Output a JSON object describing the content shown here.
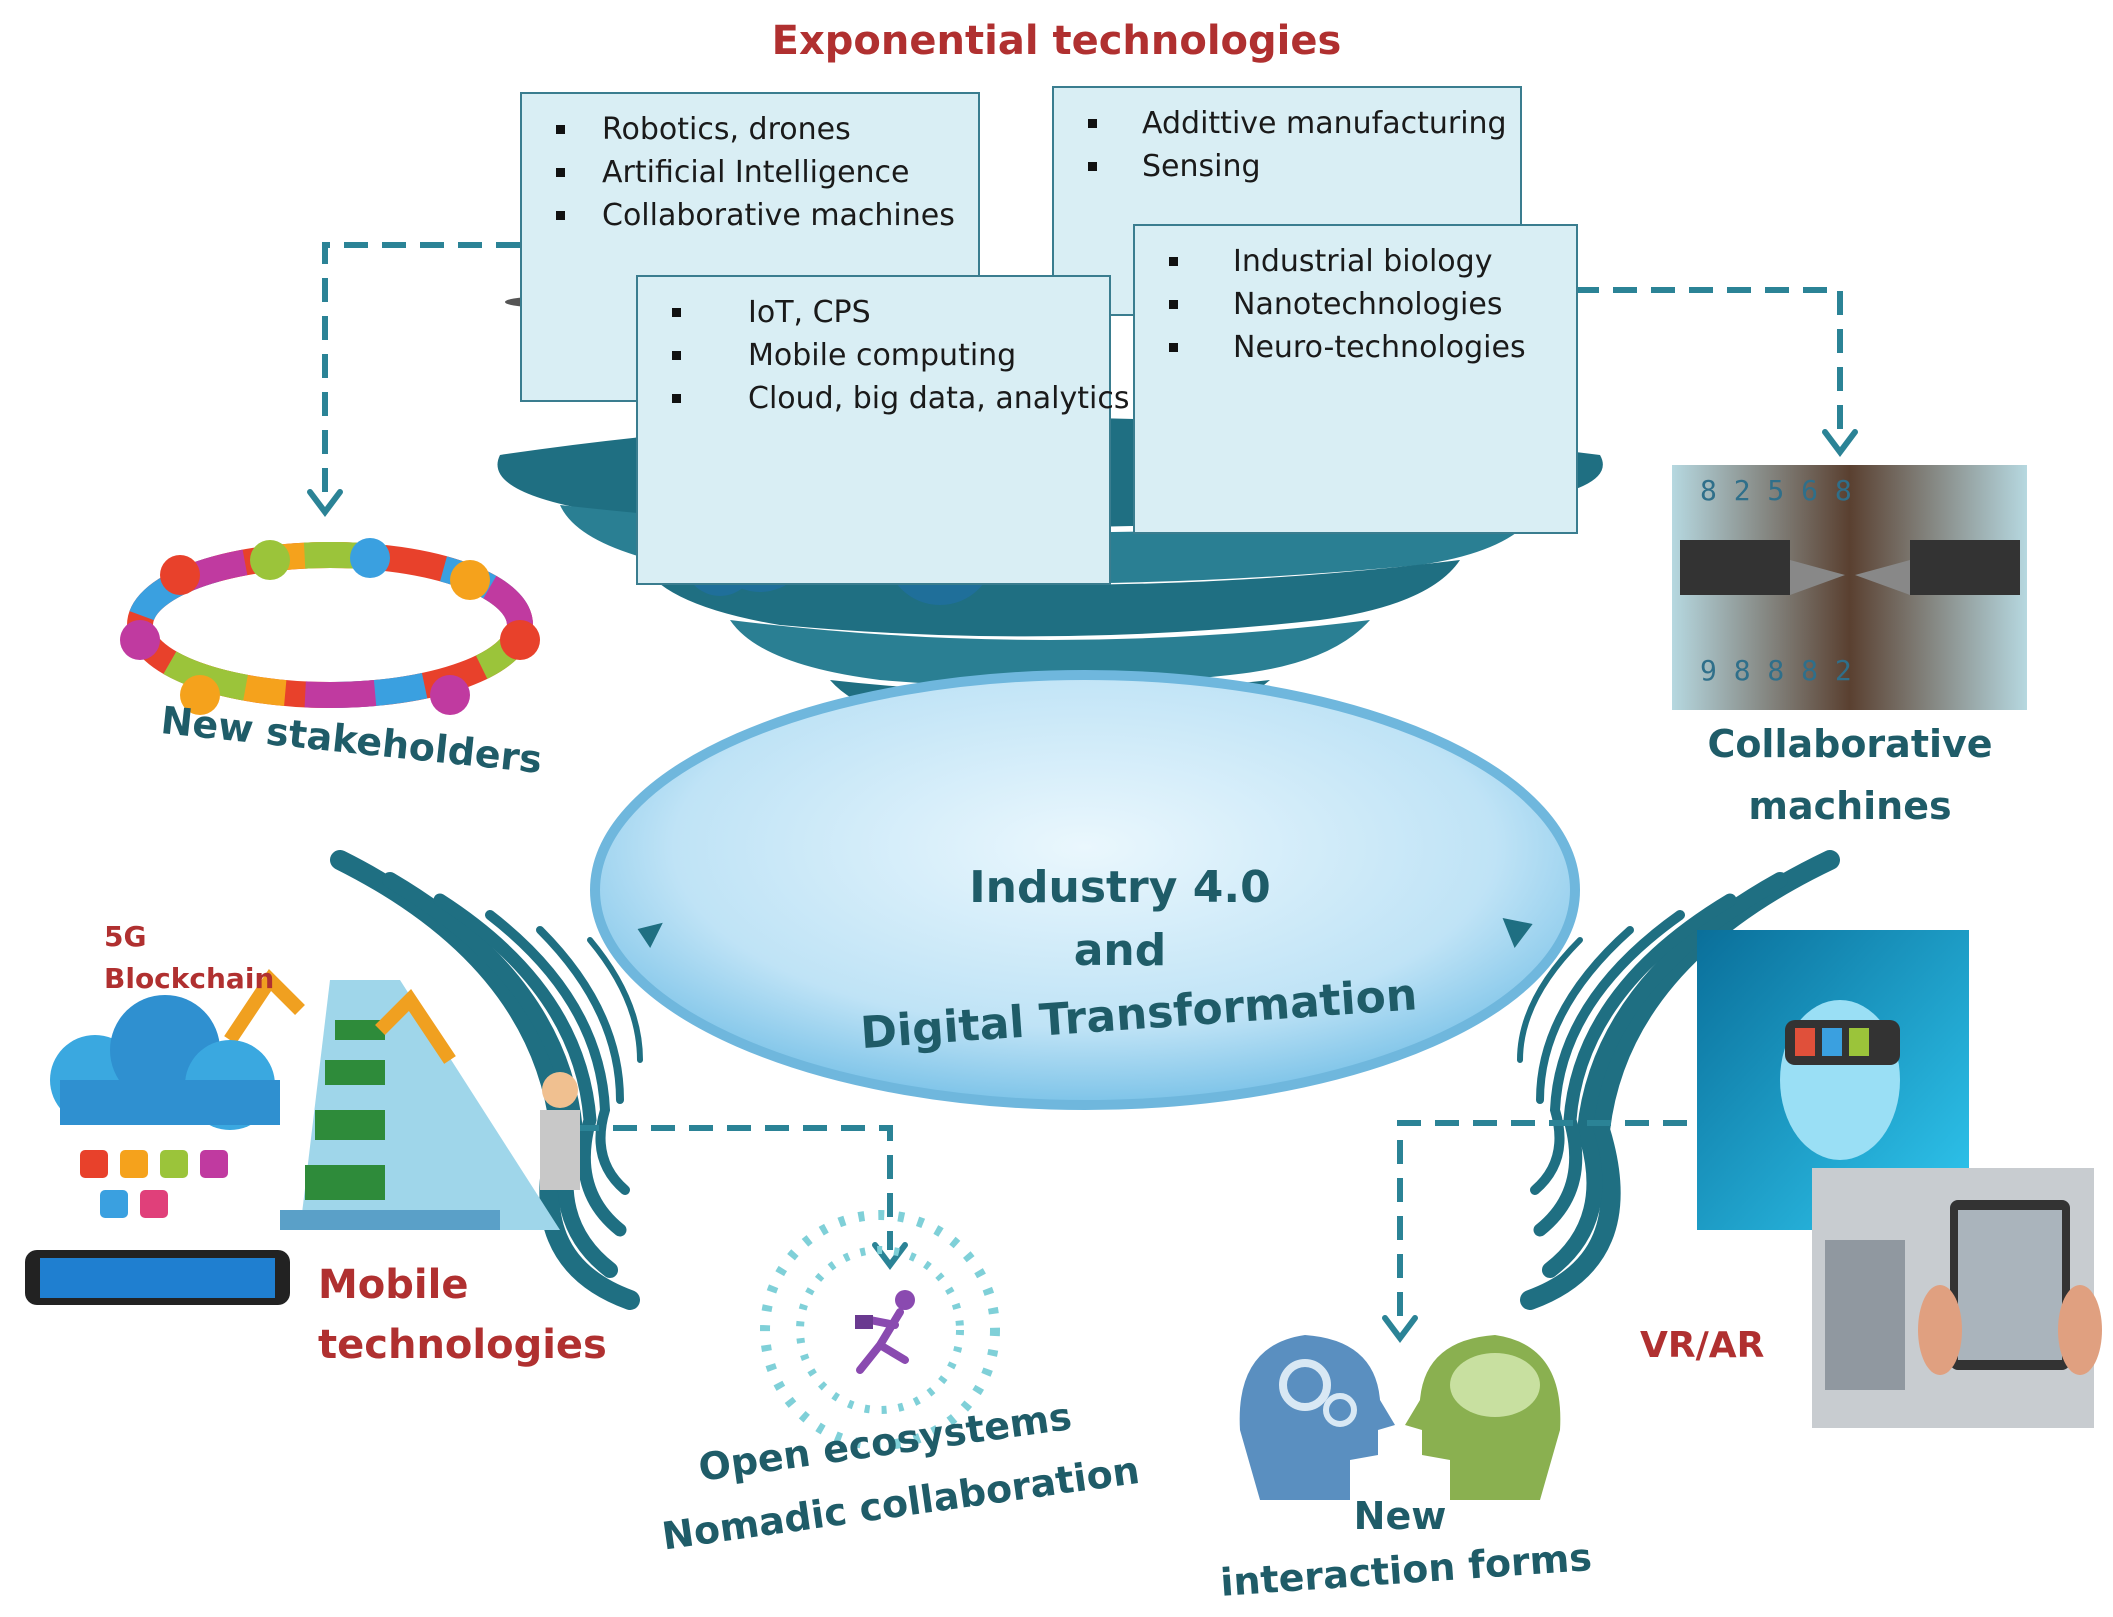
{
  "title": "Exponential technologies",
  "boxes": {
    "robotics": [
      "Robotics, drones",
      "Artificial Intelligence",
      "Collaborative machines"
    ],
    "additive": [
      "Addittive manufacturing",
      "Sensing"
    ],
    "iot": [
      "IoT, CPS",
      "Mobile computing",
      "Cloud, big data, analytics"
    ],
    "bio": [
      "Industrial biology",
      "Nanotechnologies",
      "Neuro-technologies"
    ]
  },
  "center": {
    "line1": "Industry 4.0",
    "line2": "and",
    "line3": "Digital Transformation"
  },
  "labels": {
    "new_stakeholders": "New stakeholders",
    "collab_line1": "Collaborative",
    "collab_line2": "machines",
    "fiveg": "5G",
    "blockchain": "Blockchain",
    "mobile_line1": "Mobile",
    "mobile_line2": "technologies",
    "open_line1": "Open ecosystems",
    "open_line2": "Nomadic collaboration",
    "new_line1": "New",
    "new_line2": "interaction forms",
    "vrar": "VR/AR"
  },
  "colors": {
    "accent_red": "#b03030",
    "teal": "#1f6f82",
    "box_fill": "#d9eef4",
    "bubble": "#bfe3f6"
  },
  "icons": [
    "drone-icon",
    "wireless-sensor-icon",
    "cloud-network-icon",
    "molecule-icon",
    "digital-brain-icon",
    "people-circle-icon",
    "robot-hands-icon",
    "factory-conveyor-icon",
    "phone-icon",
    "apps-cloud-icon",
    "running-man-icon",
    "heads-gears-brain-icon",
    "vr-headset-icon",
    "tablet-ar-icon"
  ]
}
